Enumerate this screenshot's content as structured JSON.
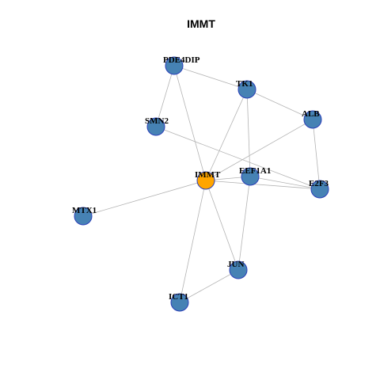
{
  "title": "IMMT",
  "colors": {
    "center_fill": "#ffa500",
    "node_fill": "#4682b4",
    "node_stroke": "#2a3fb8",
    "edge": "#b3b3b3"
  },
  "nodes": [
    {
      "id": "IMMT",
      "label": "IMMT",
      "center": true
    },
    {
      "id": "PDE4DIP",
      "label": "PDE4DIP"
    },
    {
      "id": "TK1",
      "label": "TK1"
    },
    {
      "id": "ALB",
      "label": "ALB"
    },
    {
      "id": "SMN2",
      "label": "SMN2"
    },
    {
      "id": "EEF1A1",
      "label": "EEF1A1"
    },
    {
      "id": "E2F3",
      "label": "E2F3"
    },
    {
      "id": "MTX1",
      "label": "MTX1"
    },
    {
      "id": "JUN",
      "label": "JUN"
    },
    {
      "id": "ICT1",
      "label": "ICT1"
    }
  ],
  "edges": [
    [
      "PDE4DIP",
      "TK1"
    ],
    [
      "PDE4DIP",
      "SMN2"
    ],
    [
      "PDE4DIP",
      "IMMT"
    ],
    [
      "TK1",
      "ALB"
    ],
    [
      "TK1",
      "IMMT"
    ],
    [
      "TK1",
      "EEF1A1"
    ],
    [
      "ALB",
      "IMMT"
    ],
    [
      "ALB",
      "E2F3"
    ],
    [
      "SMN2",
      "E2F3"
    ],
    [
      "IMMT",
      "EEF1A1"
    ],
    [
      "IMMT",
      "E2F3"
    ],
    [
      "EEF1A1",
      "E2F3"
    ],
    [
      "IMMT",
      "MTX1"
    ],
    [
      "IMMT",
      "JUN"
    ],
    [
      "IMMT",
      "ICT1"
    ],
    [
      "EEF1A1",
      "JUN"
    ],
    [
      "JUN",
      "ICT1"
    ]
  ]
}
